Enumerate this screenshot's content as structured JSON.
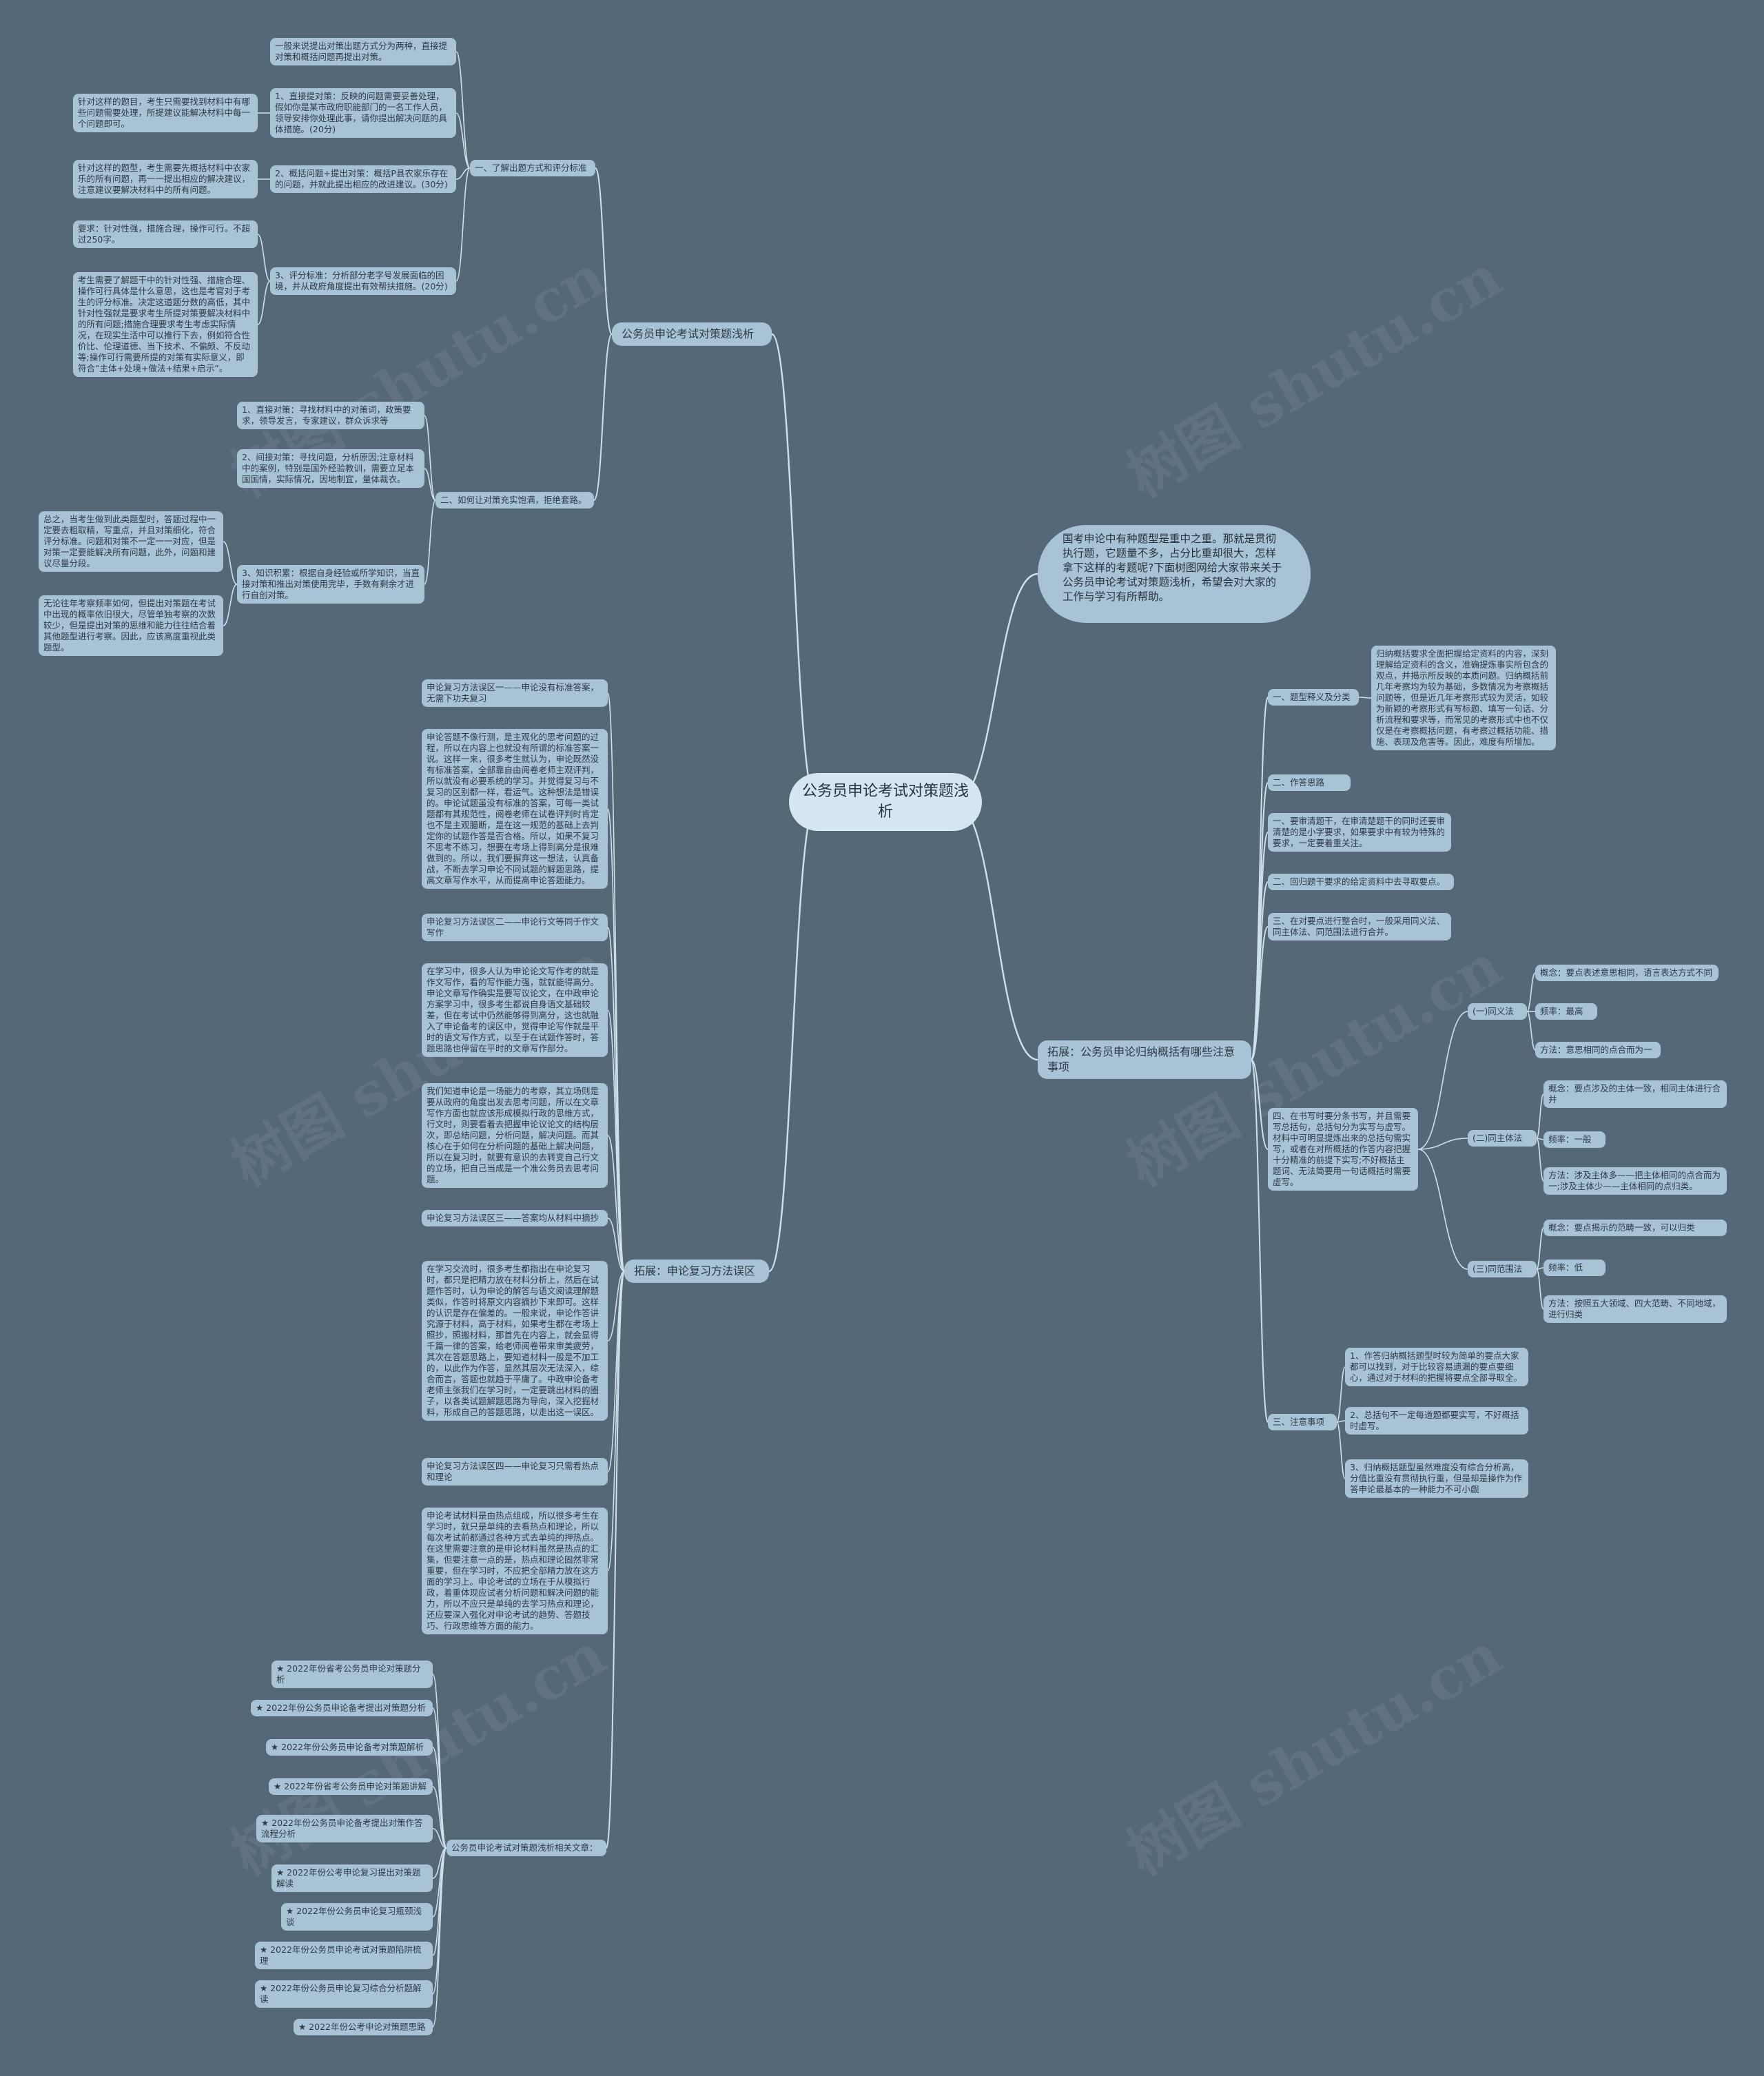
{
  "center": "公务员申论考试对策题浅析",
  "intro": "国考申论中有种题型是重中之重。那就是贯彻执行题，它题量不多，占分比重却很大，怎样拿下这样的考题呢?下面树图网给大家带来关于公务员申论考试对策题浅析，希望会对大家的工作与学习有所帮助。",
  "watermark": "树图 shutu.cn",
  "b1": {
    "title": "公务员申论考试对策题浅析",
    "s1": {
      "title": "一、了解出题方式和评分标准",
      "c0": "一般来说提出对策出题方式分为两种，直接提对策和概括问题再提出对策。",
      "c1": "1、直接提对策：反映的问题需要妥善处理，假如你是某市政府职能部门的一名工作人员，领导安排你处理此事，请你提出解决问题的具体措施。(20分)",
      "c1n": "针对这样的题目，考生只需要找到材料中有哪些问题需要处理，所提建议能解决材料中每一个问题即可。",
      "c2": "2、概括问题+提出对策：概括P县农家乐存在的问题，并就此提出相应的改进建议。(30分)",
      "c2n": "针对这样的题型，考生需要先概括材料中农家乐的所有问题，再一一提出相应的解决建议，注意建议要解决材料中的所有问题。",
      "c3": "3、评分标准：分析部分老字号发展面临的困境，并从政府角度提出有效帮扶措施。(20分)",
      "c3n1": "要求：针对性强，措施合理，操作可行。不超过250字。",
      "c3n2": "考生需要了解题干中的针对性强、措施合理、操作可行具体是什么意思，这也是考官对于考生的评分标准。决定这道题分数的高低，其中针对性强就是要求考生所提对策要解决材料中的所有问题;措施合理要求考生考虑实际情况，在现实生活中可以推行下去，例如符合性价比、伦理道德、当下技术、不偏颇、不反动等;操作可行需要所提的对策有实际意义，即符合“主体+处境+做法+结果+启示”。"
    },
    "s2": {
      "title": "二、如何让对策充实饱满，拒绝套路。",
      "c1": "1、直接对策：寻找材料中的对策词，政策要求，领导发言，专家建议，群众诉求等",
      "c2": "2、间接对策：寻找问题，分析原因;注意材料中的案例，特别是国外经验教训，需要立足本国国情，实际情况，因地制宜，量体裁衣。",
      "c3": "3、知识积累：根据自身经验或所学知识，当直接对策和推出对策使用完毕，手数有剩余才进行自创对策。",
      "c3n1": "总之，当考生做到此类题型时，答题过程中一定要去粗取精，写重点，并且对策细化，符合评分标准。问题和对策不一定一一对应，但是对策一定要能解决所有问题，此外，问题和建议尽量分段。",
      "c3n2": "无论往年考察频率如何，但提出对策题在考试中出现的概率依旧很大，尽管单独考察的次数较少，但是提出对策的思维和能力往往结合着其他题型进行考察。因此，应该高度重视此类题型。"
    }
  },
  "b2": {
    "title": "拓展：申论复习方法误区",
    "i1": "申论复习方法误区一——申论没有标准答案，无需下功夫复习",
    "i1t": "申论答题不像行测，是主观化的思考问题的过程，所以在内容上也就没有所谓的标准答案一说。这样一来，很多考生就认为，申论既然没有标准答案，全部靠自由阅卷老师主观评判，所以就没有必要系统的学习。并觉得复习与不复习的区别都一样，看运气。这种想法是错误的。申论试题虽没有标准的答案，可每一类试题都有其规范性，阅卷老师在试卷评判时肯定也不是主观臆断，是在这一规范的基础上去判定你的试题作答是否合格。所以，如果不复习不思考不练习，想要在考场上得到高分是很难做到的。所以，我们要摒弃这一想法，认真备战，不断去学习申论不同试题的解题思路，提高文章写作水平，从而提高申论答题能力。",
    "i2": "申论复习方法误区二——申论行文等同于作文写作",
    "i2t": "在学习中，很多人认为申论论文写作考的就是作文写作，看的写作能力强，就就能得高分。申论文章写作确实是要写议论文，在中政申论方案学习中，很多考生都说自身语文基础较差，但在考试中仍然能够得到高分，这也就融入了申论备考的误区中，觉得申论写作就是平时的语文写作方式，以至于在试题作答时，答题思路也停留在平时的文章写作部分。",
    "i2t2": "我们知道申论是一场能力的考察，其立场则是要从政府的角度出发去思考问题，所以在文章写作方面也就应该形成模拟行政的思维方式，行文时，则要看着去把握申论议论文的结构层次，即总结问题，分析问题，解决问题。而其核心在于如何在分析问题的基础上解决问题，所以在复习时，就要有意识的去转变自己行文的立场，把自己当成是一个准公务员去思考问题。",
    "i3": "申论复习方法误区三——答案均从材料中摘抄",
    "i3t": "在学习交流时，很多考生都指出在申论复习时，都只是把精力放在材料分析上，然后在试题作答时，认为申论的解答与语文阅读理解题类似，作答时将原文内容摘抄下来即可。这样的认识是存在偏差的。一般来说，申论作答讲究源于材料，高于材料，如果考生都在考场上照抄，照搬材料，那首先在内容上，就会显得千篇一律的答案，给老师阅卷带来审美疲劳，其次在答题思路上，要知道材料一般是不加工的，以此作为作答，显然其层次无法深入，综合而言，答题也就趋于平庸了。中政申论备考老师主张我们在学习时，一定要跳出材料的圈子，以各类试题解题思路为导向，深入挖掘材料，形成自己的答题思路，以走出这一误区。",
    "i4": "申论复习方法误区四——申论复习只需看热点和理论",
    "i4t": "申论考试材料是由热点组成，所以很多考生在学习时，就只是单纯的去看热点和理论，所以每次考试前都通过各种方式去单纯的押热点。在这里需要注意的是申论材料虽然是热点的汇集，但要注意一点的是，热点和理论固然非常重要，但在学习时，不应把全部精力放在这方面的学习上。申论考试的立场在于从模拟行政，着重体现应试者分析问题和解决问题的能力，所以不应只是单纯的去学习热点和理论，还应要深入强化对申论考试的趋势、答题技巧、行政思维等方面的能力。"
  },
  "b3": {
    "title": "公务员申论考试对策题浅析相关文章：",
    "items": [
      "★ 2022年份省考公务员申论对策题分析",
      "★ 2022年份公务员申论备考提出对策题分析",
      "★ 2022年份公务员申论备考对策题解析",
      "★ 2022年份省考公务员申论对策题讲解",
      "★ 2022年份公务员申论备考提出对策作答流程分析",
      "★ 2022年份公考申论复习提出对策题解读",
      "★ 2022年份公务员申论复习瓶颈浅谈",
      "★ 2022年份公务员申论考试对策题陷阱梳理",
      "★ 2022年份公务员申论复习综合分析题解读",
      "★ 2022年份公考申论对策题思路"
    ]
  },
  "b4": {
    "title": "拓展：公务员申论归纳概括有哪些注意事项",
    "s1": "一、题型释义及分类",
    "s1t": "归纳概括要求全面把握给定资料的内容，深刻理解给定资料的含义，准确提炼事实所包含的观点，并揭示所反映的本质问题。归纳概括前几年考察均为较为基础，多数情况为考察概括问题等，但是近几年考察形式较为灵活，如较为新颖的考察形式有写标题、填写一句话、分析流程和要求等，而常见的考察形式中也不仅仅是在考察概括问题，有考察过概括功能、措施、表现及危害等。因此，难度有所增加。",
    "s2": "二、作答思路",
    "s2a": "一、要审清题干，在审清楚题干的同时还要审清楚的是小字要求，如果要求中有较为特殊的要求，一定要着重关注。",
    "s2b": "二、回归题干要求的给定资料中去寻取要点。",
    "s2c": "三、在对要点进行整合时，一般采用同义法、同主体法、同范围法进行合并。",
    "s2d": "四、在书写时要分条书写，并且需要写总括句，总括句分为实写与虚写。材料中可明显提炼出来的总括句需实写，或者在对所概括的作答内容把握十分精准的前提下实写;不好概括主题词、无法简要用一句话概括时需要虚写。",
    "m1": "(一)同义法",
    "m1a": "概念：要点表述意思相同，语言表达方式不同",
    "m1b": "频率：最高",
    "m1c": "方法：意思相同的点合而为一",
    "m2": "(二)同主体法",
    "m2a": "概念：要点涉及的主体一致，相同主体进行合并",
    "m2b": "频率：一般",
    "m2c": "方法：涉及主体多——把主体相同的点合而为一;涉及主体少——主体相同的点归类。",
    "m3": "(三)同范围法",
    "m3a": "概念：要点揭示的范畴一致，可以归类",
    "m3b": "频率：低",
    "m3c": "方法：按照五大领域、四大范畴、不同地域，进行归类",
    "s3": "三、注意事项",
    "s3a": "1、作答归纳概括题型时较为简单的要点大家都可以找到，对于比较容易遗漏的要点要细心，通过对于材料的把握将要点全部寻取全。",
    "s3b": "2、总括句不一定每道题都要实写，不好概括时虚写。",
    "s3c": "3、归纳概括题型虽然难度没有综合分析高，分值比重没有贯彻执行重，但是却是操作为作答申论最基本的一种能力不可小觑"
  },
  "colors": {
    "background": "#546878",
    "node": "#a9c3d6",
    "center": "#d3e6f1",
    "line": "#cfe0ea"
  }
}
